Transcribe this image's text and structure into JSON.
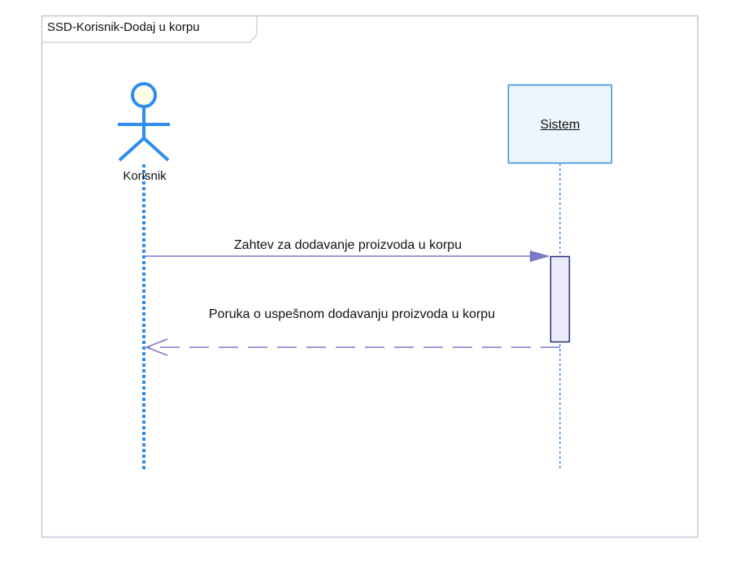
{
  "frame": {
    "title": "SSD-Korisnik-Dodaj u korpu"
  },
  "actor": {
    "name": "Korisnik"
  },
  "system": {
    "name": "Sistem"
  },
  "messages": [
    {
      "text": "Zahtev za dodavanje proizvoda u korpu",
      "kind": "synchronous"
    },
    {
      "text": "Poruka o uspešnom dodavanju proizvoda u korpu",
      "kind": "return"
    }
  ],
  "colors": {
    "frame_border": "#c8c8dc",
    "actor_stroke": "#2f8cf0",
    "actor_head_fill": "#fefee6",
    "lifeline": "#2f8cf0",
    "system_box_fill": "#eef6fd",
    "system_box_border": "#2f8cf0",
    "message": "#7b78c8",
    "activation_fill": "#eaeaf8",
    "activation_border": "#2a2a80"
  }
}
